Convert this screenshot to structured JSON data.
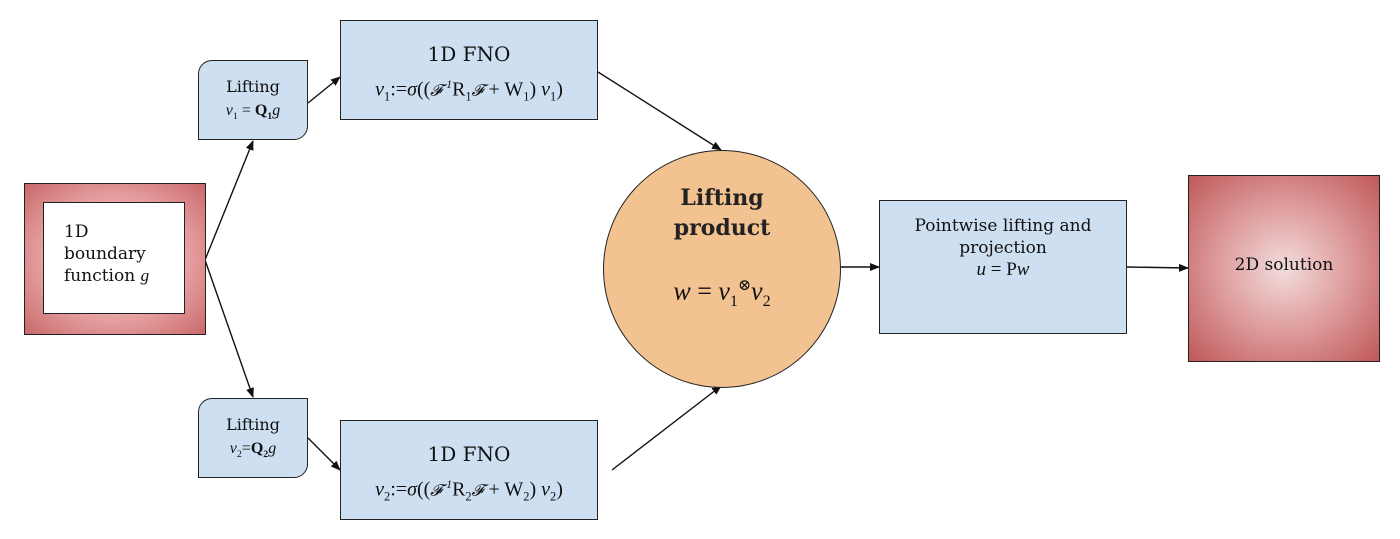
{
  "nodes": {
    "source": {
      "lines": [
        "1D",
        "boundary",
        "function"
      ],
      "symbol": "g"
    },
    "lifting_1": {
      "title": "Lifting",
      "formula": "v₁ = Q₁g"
    },
    "lifting_2": {
      "title": "Lifting",
      "formula": "v₂=Q₂g"
    },
    "fno_1": {
      "title": "1D FNO",
      "formula": "v₁:=σ((𝓕⁻¹R₁𝓕 + W₁) v₁)"
    },
    "fno_2": {
      "title": "1D FNO",
      "formula": "v₂:=σ((𝓕⁻¹R₂𝓕 + W₂) v₂)"
    },
    "product": {
      "title_lines": [
        "Lifting",
        "product"
      ],
      "formula": "w = v₁⊗v₂"
    },
    "projection": {
      "title_lines": [
        "Pointwise lifting and",
        "projection"
      ],
      "formula": "u = Pw"
    },
    "target": {
      "label": "2D solution"
    }
  },
  "edges": [
    {
      "from": "source",
      "to": "lifting_1"
    },
    {
      "from": "source",
      "to": "lifting_2"
    },
    {
      "from": "lifting_1",
      "to": "fno_1"
    },
    {
      "from": "lifting_2",
      "to": "fno_2"
    },
    {
      "from": "fno_1",
      "to": "product"
    },
    {
      "from": "fno_2",
      "to": "product"
    },
    {
      "from": "product",
      "to": "projection"
    },
    {
      "from": "projection",
      "to": "target"
    }
  ],
  "colors": {
    "process_fill": "#cddff1",
    "product_fill": "#f2c391",
    "terminal_fill": "#d77f80",
    "line": "#111111"
  }
}
